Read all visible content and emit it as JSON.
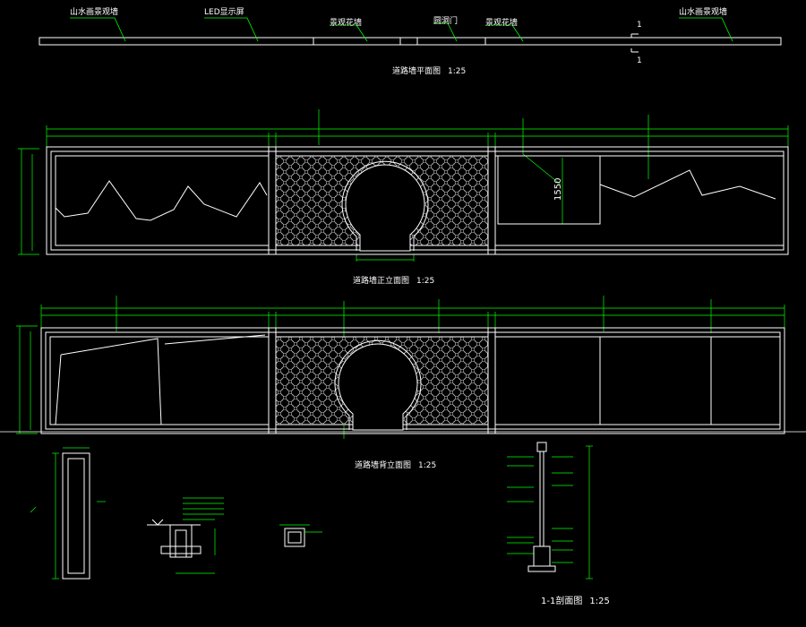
{
  "colors": {
    "background": "#000000",
    "outline": "#ffffff",
    "dimension": "#00ff00",
    "leader": "#00ff00",
    "pattern": "#bfbfbf"
  },
  "plan": {
    "labels": {
      "mountain_wall_left": "山水画景观墙",
      "led": "LED显示屏",
      "screen_wall_left": "景观花墙",
      "moon_gate": "圆洞门",
      "screen_wall_right": "景观花墙",
      "mountain_wall_right": "山水画景观墙"
    },
    "section_mark_top": "1",
    "section_mark_bottom": "1",
    "title": "道路墙平面图",
    "scale": "1:25"
  },
  "elevation_front": {
    "title": "道路墙正立面图",
    "scale": "1:25",
    "dim_1550": "1550"
  },
  "elevation_back": {
    "title": "道路墙背立面图",
    "scale": "1:25"
  },
  "section_11": {
    "title": "1-1剖面图",
    "scale": "1:25"
  }
}
